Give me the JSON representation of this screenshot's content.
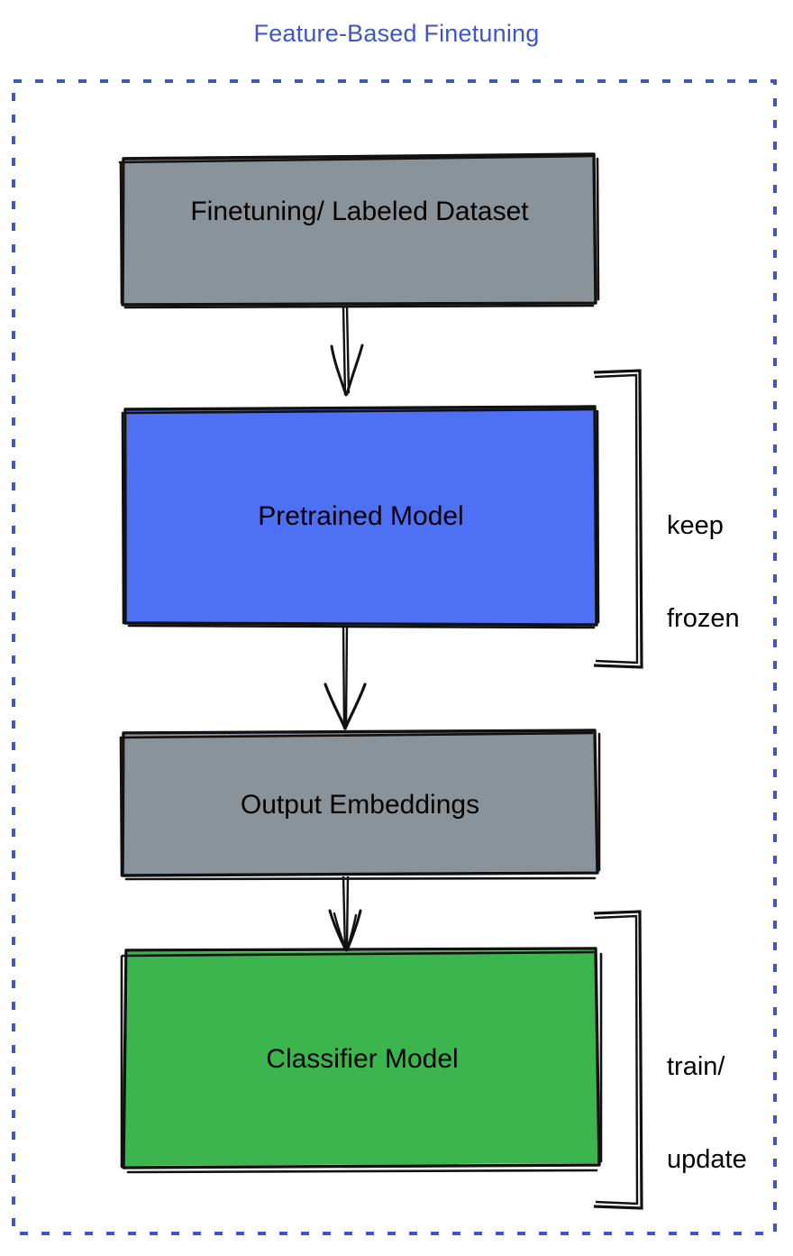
{
  "diagram": {
    "title": "Feature-Based Finetuning",
    "title_color": "#3f55c8",
    "frame": {
      "style": "dashed",
      "color": "#3f55c8"
    },
    "nodes": [
      {
        "id": "dataset",
        "label": "Finetuning/ Labeled Dataset",
        "fill": "#8a929a",
        "stroke": "#000000"
      },
      {
        "id": "pretrained",
        "label": "Pretrained Model",
        "fill": "#4d70f5",
        "stroke": "#000000"
      },
      {
        "id": "embeddings",
        "label": "Output Embeddings",
        "fill": "#8a929a",
        "stroke": "#000000"
      },
      {
        "id": "classifier",
        "label": "Classifier Model",
        "fill": "#3cb54e",
        "stroke": "#000000"
      }
    ],
    "edges": [
      {
        "id": "edge-dataset-pretrained",
        "from": "dataset",
        "to": "pretrained"
      },
      {
        "id": "edge-pretrained-embeddings",
        "from": "pretrained",
        "to": "embeddings"
      },
      {
        "id": "edge-embeddings-classifier",
        "from": "embeddings",
        "to": "classifier"
      }
    ],
    "annotations": [
      {
        "id": "keep-frozen",
        "line1": "keep",
        "line2": "frozen",
        "target": "pretrained"
      },
      {
        "id": "train-update",
        "line1": "train/",
        "line2": "update",
        "target": "classifier"
      }
    ]
  }
}
